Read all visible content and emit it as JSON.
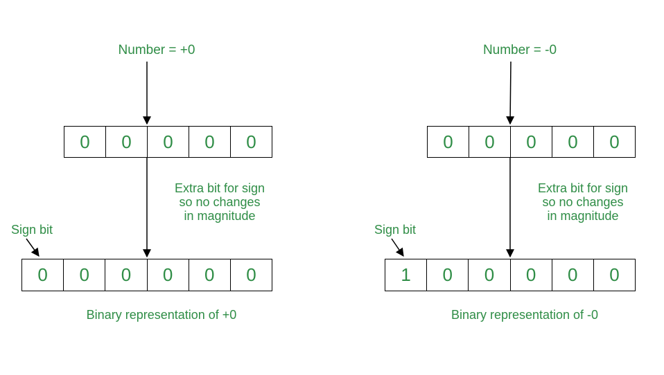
{
  "colors": {
    "accent_green": "#2f8d46",
    "line_black": "#000000",
    "background": "#ffffff"
  },
  "diagrams": [
    {
      "number_label": "Number = +0",
      "magnitude_bits": [
        "0",
        "0",
        "0",
        "0",
        "0"
      ],
      "note_lines": [
        "Extra bit for sign",
        "so no changes",
        "in magnitude"
      ],
      "sign_bit_label": "Sign bit",
      "signed_bits": [
        "0",
        "0",
        "0",
        "0",
        "0",
        "0"
      ],
      "caption": "Binary representation of +0"
    },
    {
      "number_label": "Number = -0",
      "magnitude_bits": [
        "0",
        "0",
        "0",
        "0",
        "0"
      ],
      "note_lines": [
        "Extra bit for sign",
        "so no changes",
        "in magnitude"
      ],
      "sign_bit_label": "Sign bit",
      "signed_bits": [
        "1",
        "0",
        "0",
        "0",
        "0",
        "0"
      ],
      "caption": "Binary representation of -0"
    }
  ]
}
